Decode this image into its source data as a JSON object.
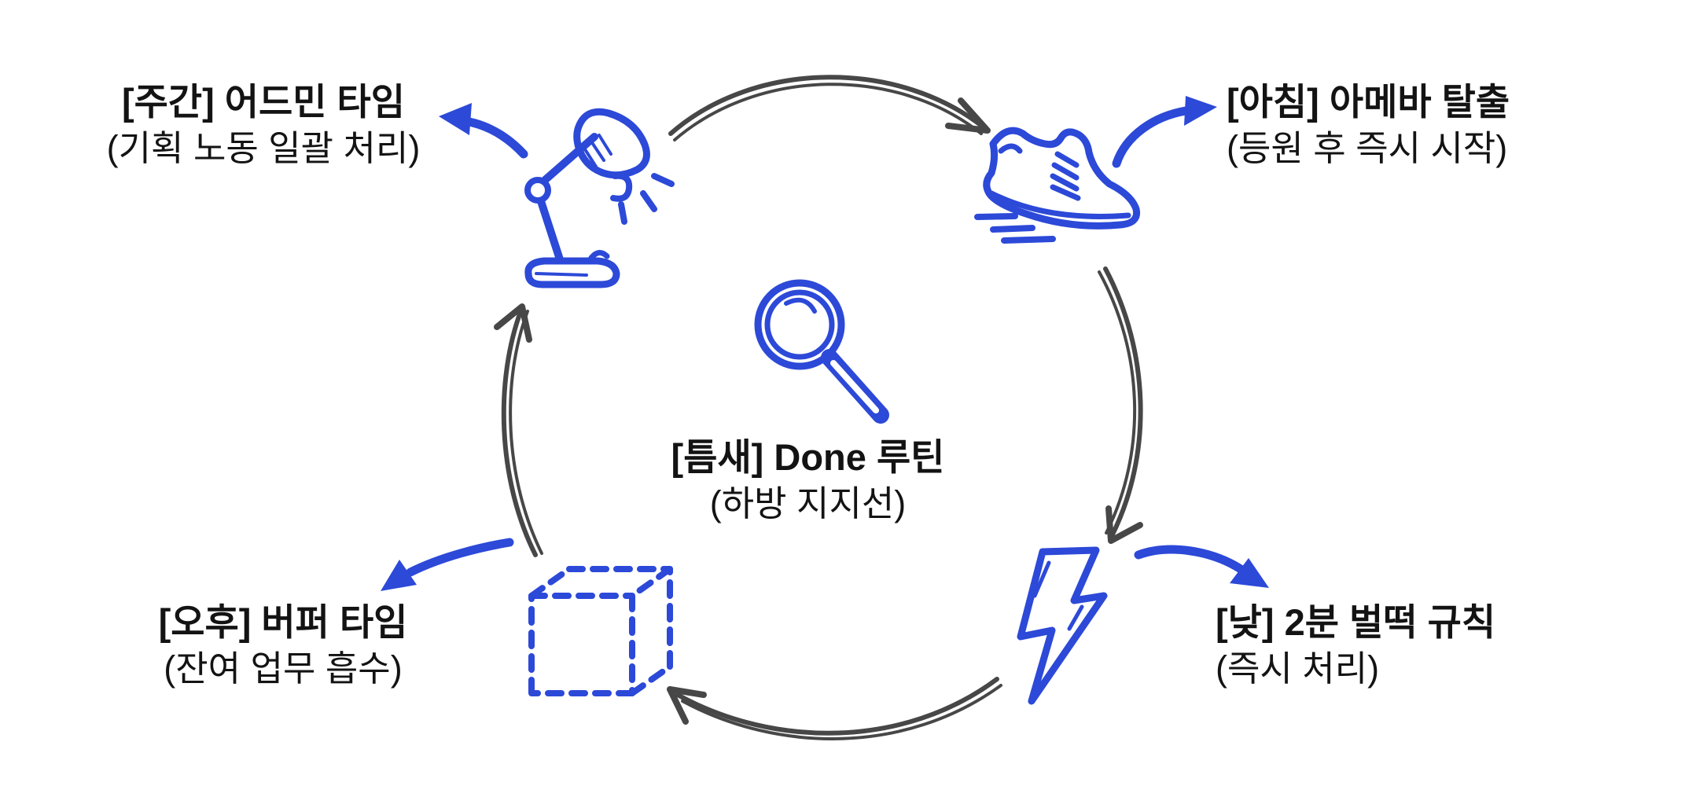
{
  "colors": {
    "accent_blue": "#2c49d8",
    "arrow_gray": "#474747",
    "text_black": "#131313",
    "background": "#ffffff"
  },
  "center": {
    "title": "[틈새] Done 루틴",
    "subtitle": "(하방 지지선)",
    "icon": "magnifier-icon"
  },
  "nodes": {
    "top_left": {
      "title": "[주간] 어드민 타임",
      "subtitle": "(기획 노동 일괄 처리)",
      "icon": "desk-lamp-icon"
    },
    "top_right": {
      "title": "[아침] 아메바 탈출",
      "subtitle": "(등원 후 즉시 시작)",
      "icon": "sneaker-icon"
    },
    "bottom_right": {
      "title": "[낮] 2분 벌떡 규칙",
      "subtitle": "(즉시 처리)",
      "icon": "lightning-icon"
    },
    "bottom_left": {
      "title": "[오후] 버퍼 타임",
      "subtitle": "(잔여 업무 흡수)",
      "icon": "dashed-cube-icon"
    }
  },
  "cycle": {
    "direction": "clockwise",
    "connections": [
      [
        "top_left",
        "top_right"
      ],
      [
        "top_right",
        "bottom_right"
      ],
      [
        "bottom_right",
        "bottom_left"
      ],
      [
        "bottom_left",
        "top_left"
      ]
    ]
  }
}
